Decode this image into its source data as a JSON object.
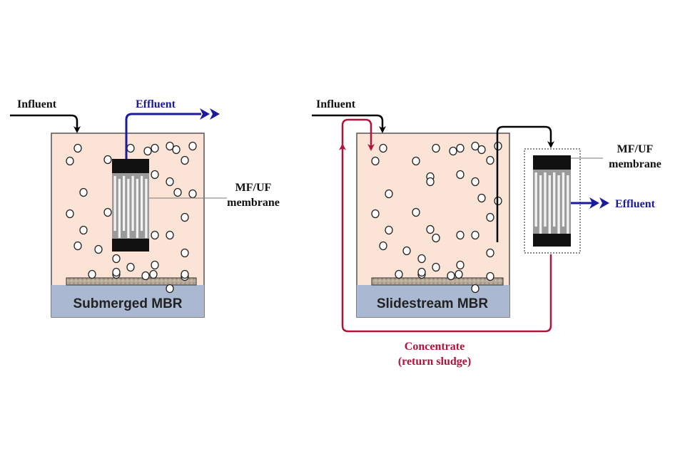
{
  "diagram": {
    "left": {
      "influent_label": "Influent",
      "effluent_label": "Effluent",
      "membrane_label_line1": "MF/UF",
      "membrane_label_line2": "membrane",
      "tank_label": "Submerged MBR"
    },
    "right": {
      "influent_label": "Influent",
      "effluent_label": "Effluent",
      "membrane_label_line1": "MF/UF",
      "membrane_label_line2": "membrane",
      "tank_label": "Slidestream MBR",
      "concentrate_line1": "Concentrate",
      "concentrate_line2": "(return sludge)"
    },
    "colors": {
      "tank_fill": "#fbe3d6",
      "base_fill": "#aab9d1",
      "effluent": "#1a1a9e",
      "concentrate": "#b0143a",
      "influent": "#000000",
      "membrane": "#111111"
    }
  }
}
